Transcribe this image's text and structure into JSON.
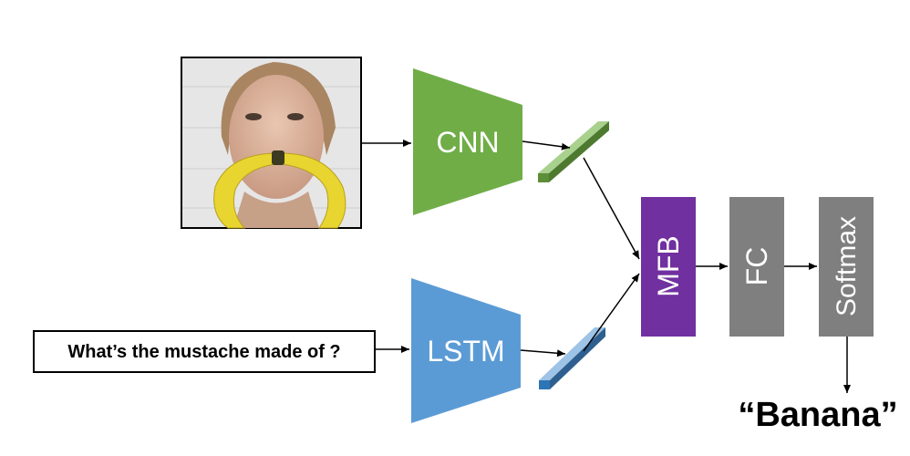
{
  "question": "What’s the mustache made of ?",
  "answer": "“Banana”",
  "modules": {
    "cnn": "CNN",
    "lstm": "LSTM",
    "mfb": "MFB",
    "fc": "FC",
    "softmax": "Softmax"
  },
  "colors": {
    "cnn": "#70ad47",
    "lstm": "#5b9bd5",
    "mfb": "#7030a0",
    "fc": "#7f7f7f",
    "softmax": "#7f7f7f"
  }
}
